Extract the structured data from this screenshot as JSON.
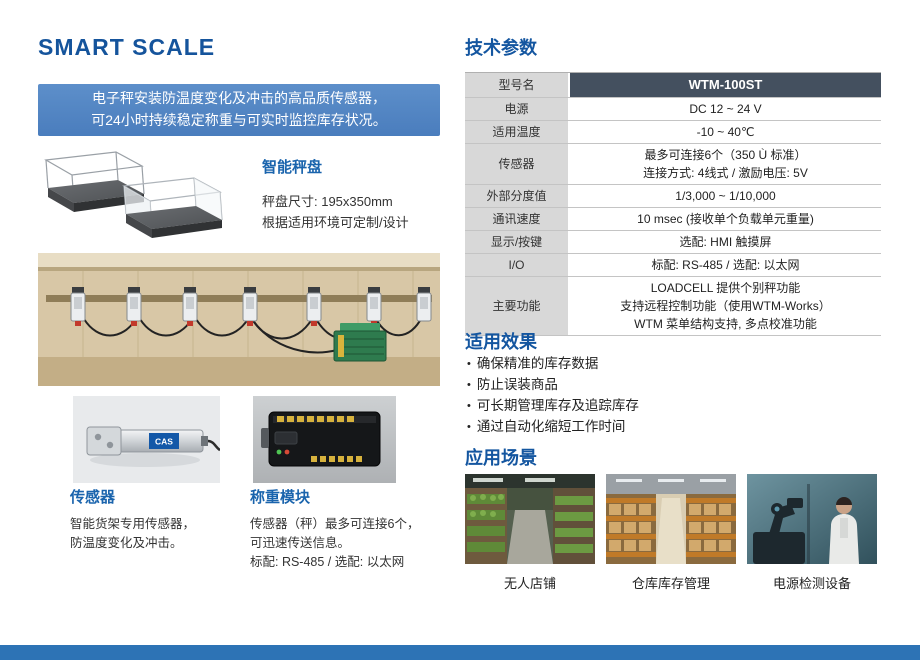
{
  "page": {
    "title": "SMART SCALE",
    "accent_color": "#15549c",
    "banner_color": "#4a7dbd",
    "footer_color": "#2d73b5"
  },
  "intro": {
    "line1": "电子秤安装防温度变化及冲击的高品质传感器，",
    "line2": "可24小时持续稳定称重与可实时监控库存状况。"
  },
  "smart_plate": {
    "title": "智能秤盘",
    "line1": "秤盘尺寸: 195x350mm",
    "line2": "根据适用环境可定制/设计"
  },
  "sensor": {
    "title": "传感器",
    "line1": "智能货架专用传感器，",
    "line2": "防温度变化及冲击。"
  },
  "module": {
    "title": "称重模块",
    "line1": "传感器（秤）最多可连接6个，",
    "line2": "可迅速传送信息。",
    "line3": "标配: RS-485 / 选配: 以太网"
  },
  "specs": {
    "title": "技术参数",
    "rows": [
      {
        "label": "型号名",
        "value": "WTM-100ST"
      },
      {
        "label": "电源",
        "value": "DC 12 ~ 24 V"
      },
      {
        "label": "适用温度",
        "value": "-10 ~ 40℃"
      },
      {
        "label": "传感器",
        "value": "最多可连接6个（350 Ù 标准）\n连接方式: 4线式 / 激励电压: 5V"
      },
      {
        "label": "外部分度值",
        "value": "1/3,000 ~ 1/10,000"
      },
      {
        "label": "通讯速度",
        "value": "10 msec (接收单个负载单元重量)"
      },
      {
        "label": "显示/按键",
        "value": "选配: HMI 触摸屏"
      },
      {
        "label": "I/O",
        "value": "标配: RS-485 / 选配: 以太网"
      },
      {
        "label": "主要功能",
        "value": "LOADCELL 提供个别秤功能\n支持远程控制功能（使用WTM-Works）\nWTM 菜单结构支持, 多点校准功能"
      }
    ]
  },
  "effects": {
    "title": "适用效果",
    "items": [
      "确保精准的库存数据",
      "防止误装商品",
      "可长期管理库存及追踪库存",
      "通过自动化缩短工作时间"
    ]
  },
  "scenarios": {
    "title": "应用场景",
    "items": [
      {
        "caption": "无人店铺"
      },
      {
        "caption": "仓库库存管理"
      },
      {
        "caption": "电源检测设备"
      }
    ]
  },
  "loadcell_label": "CAS"
}
